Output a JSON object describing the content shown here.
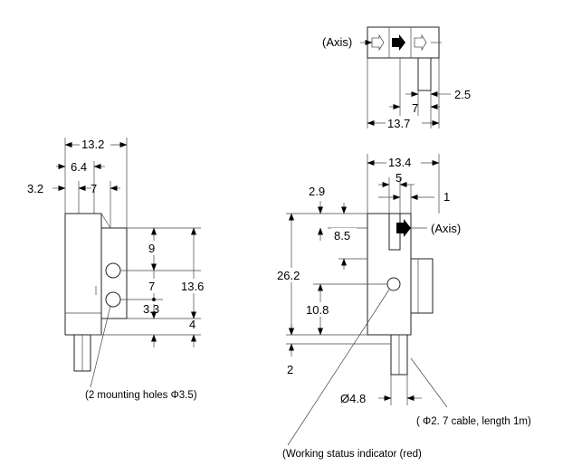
{
  "top_view": {
    "axis_label": "(Axis)",
    "dims": {
      "w_2_5": "2.5",
      "w_7": "7",
      "w_13_7": "13.7"
    }
  },
  "side_view": {
    "dims": {
      "w_13_2": "13.2",
      "w_6_4": "6.4",
      "w_3_2": "3.2",
      "w_7": "7",
      "h_9": "9",
      "h_7": "7",
      "h_13_6": "13.6",
      "h_3_3": "3.3",
      "h_4": "4"
    },
    "mounting_note": "(2 mounting holes Φ3.5)"
  },
  "front_view": {
    "axis_label": "(Axis)",
    "dims": {
      "w_13_4": "13.4",
      "w_5": "5",
      "w_1": "1",
      "h_2_9": "2.9",
      "h_8_5": "8.5",
      "h_26_2": "26.2",
      "h_10_8": "10.8",
      "h_2": "2",
      "d_4_8": "Ø4.8"
    },
    "cable_note": "( Φ2. 7 cable, length 1m)",
    "indicator_note": "(Working status indicator (red)"
  }
}
